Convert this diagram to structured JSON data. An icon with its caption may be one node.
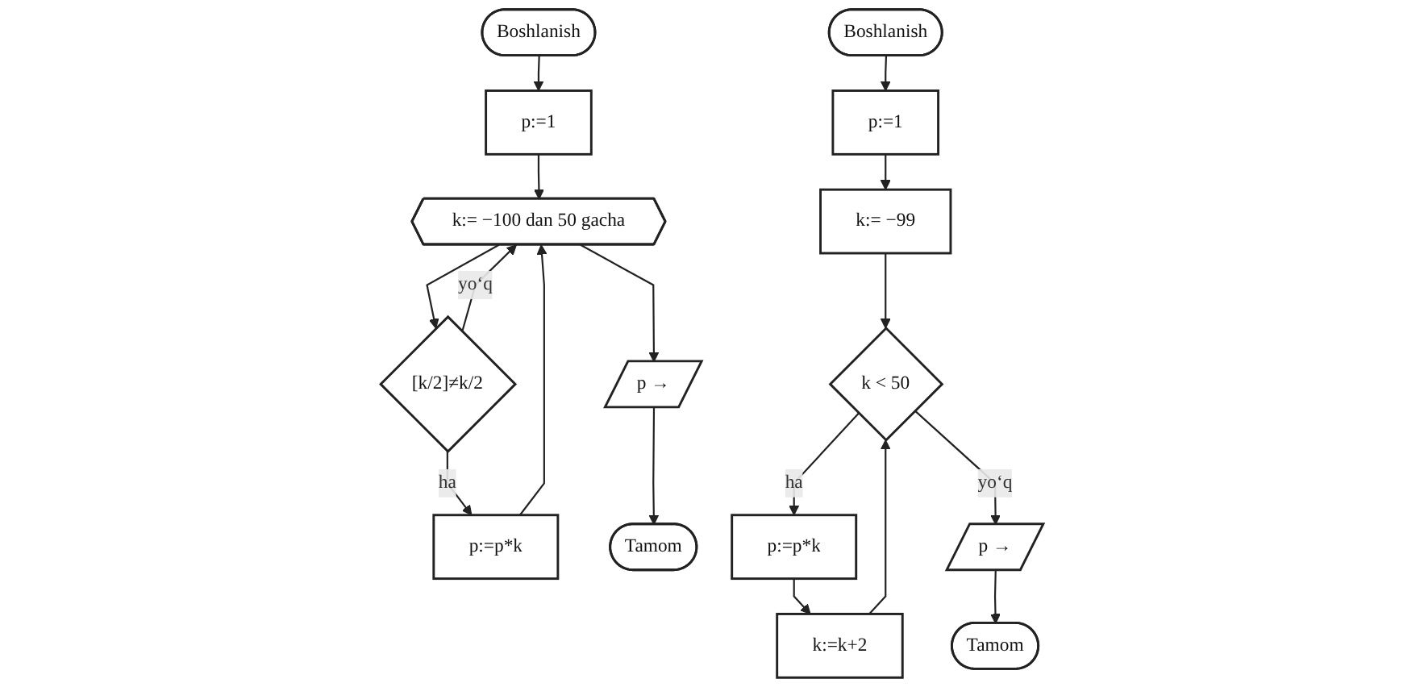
{
  "diagram": {
    "nodes": [
      {
        "text": [
          "Boshlanish"
        ]
      },
      {
        "text": [
          "p:=1"
        ]
      },
      {
        "text": [
          "k:= −100 dan 50 gacha"
        ]
      },
      {
        "text": [
          "[k/2]≠k/2"
        ]
      },
      {
        "text": [
          "p:=p*k"
        ]
      },
      {
        "text": [
          "p →"
        ]
      },
      {
        "text": [
          "Tamom"
        ]
      },
      {
        "text": [
          "Boshlanish"
        ]
      },
      {
        "text": [
          "p:=1"
        ]
      },
      {
        "text": [
          "k:= −99"
        ]
      },
      {
        "text": [
          "k < 50"
        ]
      },
      {
        "text": [
          "p:=p*k"
        ]
      },
      {
        "text": [
          "k:=k+2"
        ]
      },
      {
        "text": [
          "p →"
        ]
      },
      {
        "text": [
          "Tamom"
        ]
      }
    ],
    "edges": [
      {
        "from": 0,
        "to": 1,
        "arrow": "to"
      },
      {
        "from": 1,
        "to": 2,
        "arrow": "to"
      },
      {
        "from": 2,
        "to": 3,
        "arrow": "to"
      },
      {
        "from": 3,
        "to": 4,
        "arrow": "to",
        "label": "ha"
      },
      {
        "from": 3,
        "to": 2,
        "arrow": "to",
        "label": "yo‘q"
      },
      {
        "from": 4,
        "to": 2,
        "arrow": "to"
      },
      {
        "from": 2,
        "to": 5,
        "arrow": "to"
      },
      {
        "from": 5,
        "to": 6,
        "arrow": "to"
      },
      {
        "from": 7,
        "to": 8,
        "arrow": "to"
      },
      {
        "from": 8,
        "to": 9,
        "arrow": "to"
      },
      {
        "from": 9,
        "to": 10,
        "arrow": "to"
      },
      {
        "from": 10,
        "to": 11,
        "arrow": "to",
        "label": "ha"
      },
      {
        "from": 10,
        "to": 13,
        "arrow": "to",
        "label": "yo‘q"
      },
      {
        "from": 11,
        "to": 12,
        "arrow": "to"
      },
      {
        "from": 12,
        "to": 10,
        "arrow": "to"
      },
      {
        "from": 13,
        "to": 14,
        "arrow": "to"
      }
    ]
  }
}
